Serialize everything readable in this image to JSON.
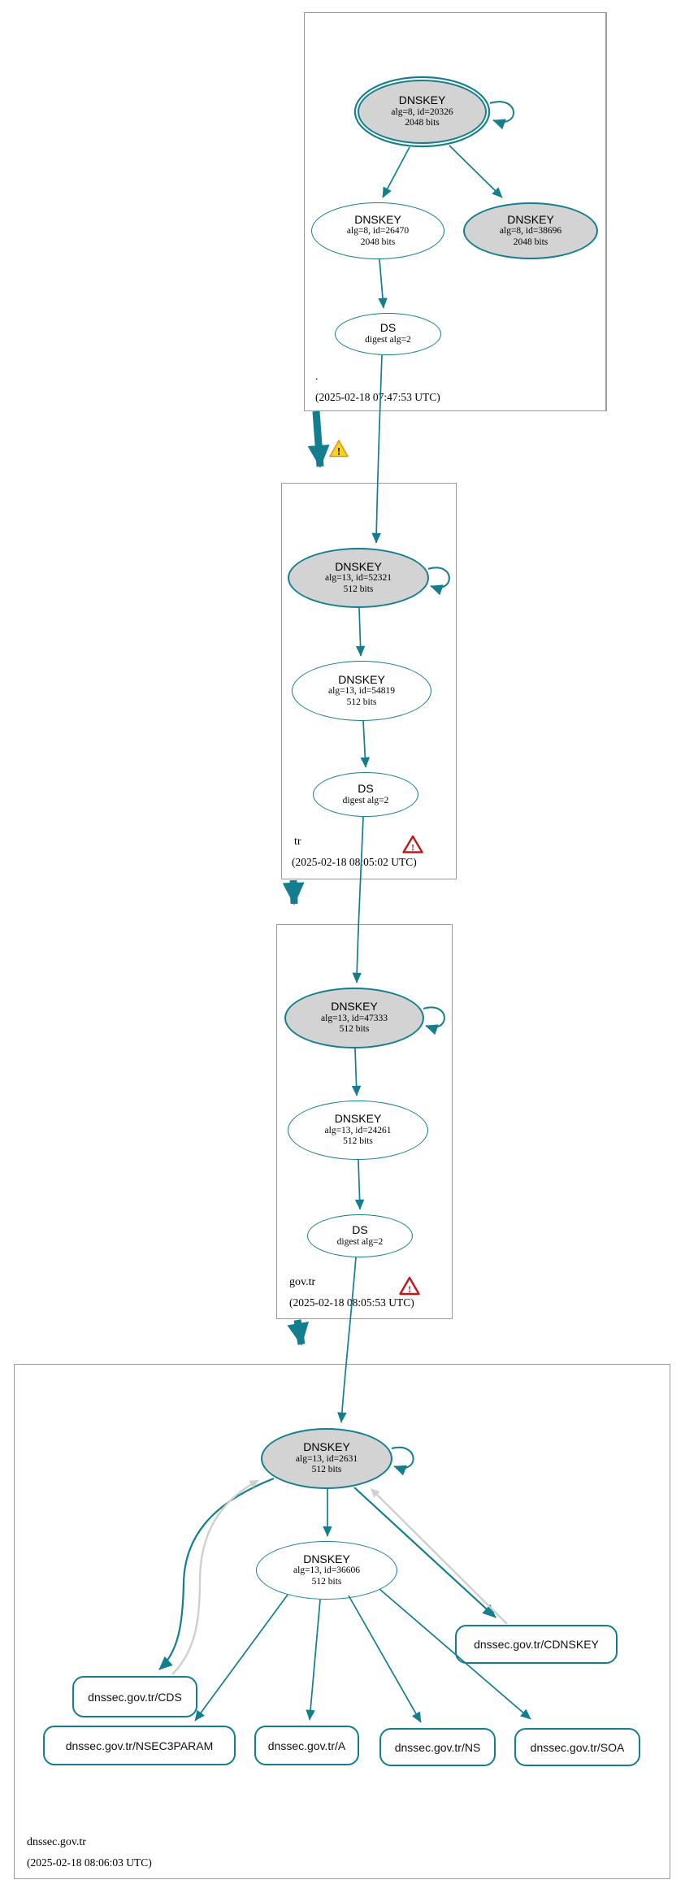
{
  "diagram_type": "dnssec-authentication-chain",
  "colors": {
    "teal": "#127e8e",
    "node_fill_gray": "#d3d3d3",
    "edge_gray": "#cfcfcf",
    "box_border": "#9a9a9a",
    "warning_fill": "#fdd128",
    "warning_border": "#c9a21a",
    "error_red": "#c01818"
  },
  "icons": {
    "exclamation": "!"
  },
  "zones": [
    {
      "label": ".",
      "timestamp": "(2025-02-18 07:47:53 UTC)",
      "nodes": {
        "ksk": {
          "title": "DNSKEY",
          "meta": "alg=8, id=20326",
          "bits": "2048 bits"
        },
        "zsk": {
          "title": "DNSKEY",
          "meta": "alg=8, id=26470",
          "bits": "2048 bits"
        },
        "ksk2": {
          "title": "DNSKEY",
          "meta": "alg=8, id=38696",
          "bits": "2048 bits"
        },
        "ds": {
          "title": "DS",
          "meta": "digest alg=2"
        }
      }
    },
    {
      "label": "tr",
      "timestamp": "(2025-02-18 08:05:02 UTC)",
      "status": "error",
      "nodes": {
        "ksk": {
          "title": "DNSKEY",
          "meta": "alg=13, id=52321",
          "bits": "512 bits"
        },
        "zsk": {
          "title": "DNSKEY",
          "meta": "alg=13, id=54819",
          "bits": "512 bits"
        },
        "ds": {
          "title": "DS",
          "meta": "digest alg=2"
        }
      }
    },
    {
      "label": "gov.tr",
      "timestamp": "(2025-02-18 08:05:53 UTC)",
      "status": "error",
      "nodes": {
        "ksk": {
          "title": "DNSKEY",
          "meta": "alg=13, id=47333",
          "bits": "512 bits"
        },
        "zsk": {
          "title": "DNSKEY",
          "meta": "alg=13, id=24261",
          "bits": "512 bits"
        },
        "ds": {
          "title": "DS",
          "meta": "digest alg=2"
        }
      }
    },
    {
      "label": "dnssec.gov.tr",
      "timestamp": "(2025-02-18 08:06:03 UTC)",
      "nodes": {
        "ksk": {
          "title": "DNSKEY",
          "meta": "alg=13, id=2631",
          "bits": "512 bits"
        },
        "zsk": {
          "title": "DNSKEY",
          "meta": "alg=13, id=36606",
          "bits": "512 bits"
        },
        "cdnskey": {
          "label": "dnssec.gov.tr/CDNSKEY"
        },
        "cds": {
          "label": "dnssec.gov.tr/CDS"
        },
        "nsec3param": {
          "label": "dnssec.gov.tr/NSEC3PARAM"
        },
        "a": {
          "label": "dnssec.gov.tr/A"
        },
        "ns": {
          "label": "dnssec.gov.tr/NS"
        },
        "soa": {
          "label": "dnssec.gov.tr/SOA"
        }
      }
    }
  ]
}
